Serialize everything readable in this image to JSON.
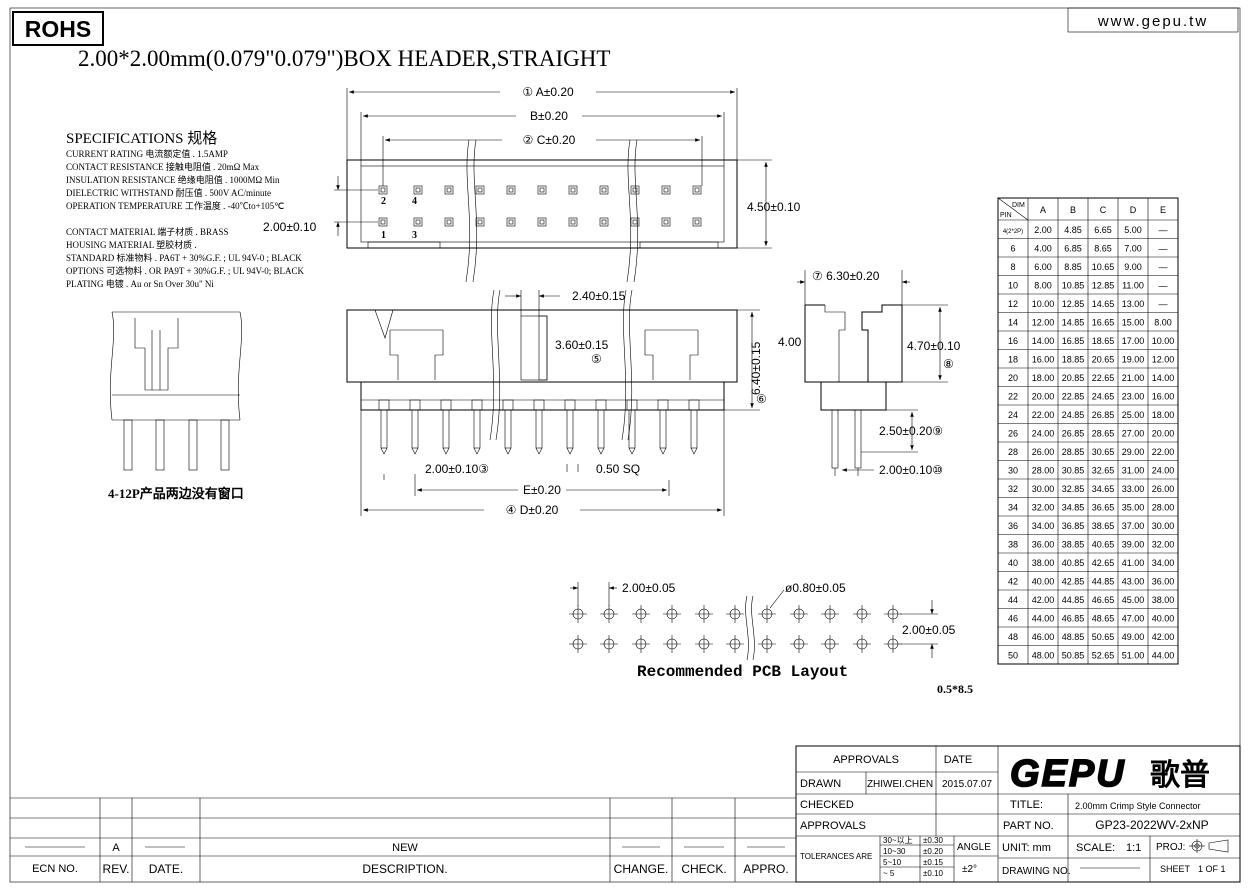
{
  "header": {
    "rohs": "ROHS",
    "website": "www.gepu.tw",
    "title": "2.00*2.00mm(0.079\"0.079\")BOX HEADER,STRAIGHT"
  },
  "specs": {
    "heading": "SPECIFICATIONS 规格",
    "lines": [
      "CURRENT RATING 电流额定值 . 1.5AMP",
      "CONTACT RESISTANCE 接触电阻值 . 20mΩ Max",
      "INSULATION RESISTANCE 绝缘电阻值 . 1000MΩ Min",
      "DIELECTRIC WITHSTAND 耐压值 . 500V AC/minute",
      "OPERATION TEMPERATURE 工作温度 . -40℃to+105℃",
      "",
      "CONTACT MATERIAL 端子材质 . BRASS",
      "HOUSING MATERIAL 塑胶材质 .",
      "STANDARD 标准物料 . PA6T + 30%G.F. ; UL 94V-0 ; BLACK",
      "OPTIONS 可选物料 . OR PA9T + 30%G.F. ; UL 94V-0; BLACK",
      "PLATING 电镀 . Au or Sn Over 30u\" Ni"
    ]
  },
  "notes": {
    "no_window": "4-12P产品两边没有窗口",
    "pcb_caption": "Recommended PCB Layout",
    "wire": "0.5*8.5"
  },
  "dims": {
    "a": "① A±0.20",
    "b": "B±0.20",
    "c": "② C±0.20",
    "h450": "4.50±0.10",
    "p200": "2.00±0.10",
    "pin2": "2",
    "pin4": "4",
    "pin1": "1",
    "pin3": "3",
    "d240": "2.40±0.15",
    "d360": "3.60±0.15",
    "c5": "⑤",
    "d640": "6.40±0.15",
    "c6": "⑥",
    "d200_3": "2.00±0.10③",
    "sq": "0.50  SQ",
    "e": "E±0.20",
    "d": "④ D±0.20",
    "d630": "⑦ 6.30±0.20",
    "d400": "4.00",
    "d470": "4.70±0.10",
    "c8": "⑧",
    "d250": "2.50±0.20⑨",
    "d200_10": "2.00±0.10⑩",
    "pcb_pitch": "2.00±0.05",
    "pcb_hole": "ø0.80±0.05",
    "pcb_row": "2.00±0.05"
  },
  "dim_table": {
    "corner_dim": "DIM",
    "corner_pin": "PIN",
    "columns": [
      "A",
      "B",
      "C",
      "D",
      "E"
    ],
    "rows": [
      [
        "4(2*2P)",
        "2.00",
        "4.85",
        "6.65",
        "5.00",
        "—"
      ],
      [
        "6",
        "4.00",
        "6.85",
        "8.65",
        "7.00",
        "—"
      ],
      [
        "8",
        "6.00",
        "8.85",
        "10.65",
        "9.00",
        "—"
      ],
      [
        "10",
        "8.00",
        "10.85",
        "12.85",
        "11.00",
        "—"
      ],
      [
        "12",
        "10.00",
        "12.85",
        "14.65",
        "13.00",
        "—"
      ],
      [
        "14",
        "12.00",
        "14.85",
        "16.65",
        "15.00",
        "8.00"
      ],
      [
        "16",
        "14.00",
        "16.85",
        "18.65",
        "17.00",
        "10.00"
      ],
      [
        "18",
        "16.00",
        "18.85",
        "20.65",
        "19.00",
        "12.00"
      ],
      [
        "20",
        "18.00",
        "20.85",
        "22.65",
        "21.00",
        "14.00"
      ],
      [
        "22",
        "20.00",
        "22.85",
        "24.65",
        "23.00",
        "16.00"
      ],
      [
        "24",
        "22.00",
        "24.85",
        "26.85",
        "25.00",
        "18.00"
      ],
      [
        "26",
        "24.00",
        "26.85",
        "28.65",
        "27.00",
        "20.00"
      ],
      [
        "28",
        "26.00",
        "28.85",
        "30.65",
        "29.00",
        "22.00"
      ],
      [
        "30",
        "28.00",
        "30.85",
        "32.65",
        "31.00",
        "24.00"
      ],
      [
        "32",
        "30.00",
        "32.85",
        "34.65",
        "33.00",
        "26.00"
      ],
      [
        "34",
        "32.00",
        "34.85",
        "36.65",
        "35.00",
        "28.00"
      ],
      [
        "36",
        "34.00",
        "36.85",
        "38.65",
        "37.00",
        "30.00"
      ],
      [
        "38",
        "36.00",
        "38.85",
        "40.65",
        "39.00",
        "32.00"
      ],
      [
        "40",
        "38.00",
        "40.85",
        "42.65",
        "41.00",
        "34.00"
      ],
      [
        "42",
        "40.00",
        "42.85",
        "44.85",
        "43.00",
        "36.00"
      ],
      [
        "44",
        "42.00",
        "44.85",
        "46.65",
        "45.00",
        "38.00"
      ],
      [
        "46",
        "44.00",
        "46.85",
        "48.65",
        "47.00",
        "40.00"
      ],
      [
        "48",
        "46.00",
        "48.85",
        "50.65",
        "49.00",
        "42.00"
      ],
      [
        "50",
        "48.00",
        "50.85",
        "52.65",
        "51.00",
        "44.00"
      ]
    ]
  },
  "revision_block": {
    "ecn": "ECN  NO.",
    "rev": "REV.",
    "date": "DATE.",
    "description": "DESCRIPTION.",
    "change": "CHANGE.",
    "check": "CHECK.",
    "appro": "APPRO.",
    "rev_value": "A",
    "desc_value": "NEW"
  },
  "title_block": {
    "approvals_hdr": "APPROVALS",
    "date_hdr": "DATE",
    "drawn": "DRAWN",
    "drawn_by": "ZHIWEI.CHEN",
    "drawn_date": "2015.07.07",
    "checked": "CHECKED",
    "approvals": "APPROVALS",
    "tolerances": "TOLERANCES  ARE",
    "tol_ranges": [
      "30~以上",
      "10~30",
      "5~10",
      "~ 5"
    ],
    "tol_values": [
      "±0.30",
      "±0.20",
      "±0.15",
      "±0.10"
    ],
    "angle": "ANGLE",
    "angle_tol": "±2°",
    "logo": "GEPU",
    "logo_cn": "歌普",
    "title_label": "TITLE:",
    "title_value": "2.00mm  Crimp  Style  Connector",
    "part_label": "PART  NO.",
    "part_value": "GP23-2022WV-2xNP",
    "unit": "UNIT:  mm",
    "scale_label": "SCALE:",
    "scale_value": "1:1",
    "proj": "PROJ:",
    "drawing_no": "DRAWING  NO.",
    "sheet_label": "SHEET",
    "sheet_value": "1  OF  1"
  },
  "colors": {
    "ink": "#000000",
    "paper": "#ffffff"
  }
}
